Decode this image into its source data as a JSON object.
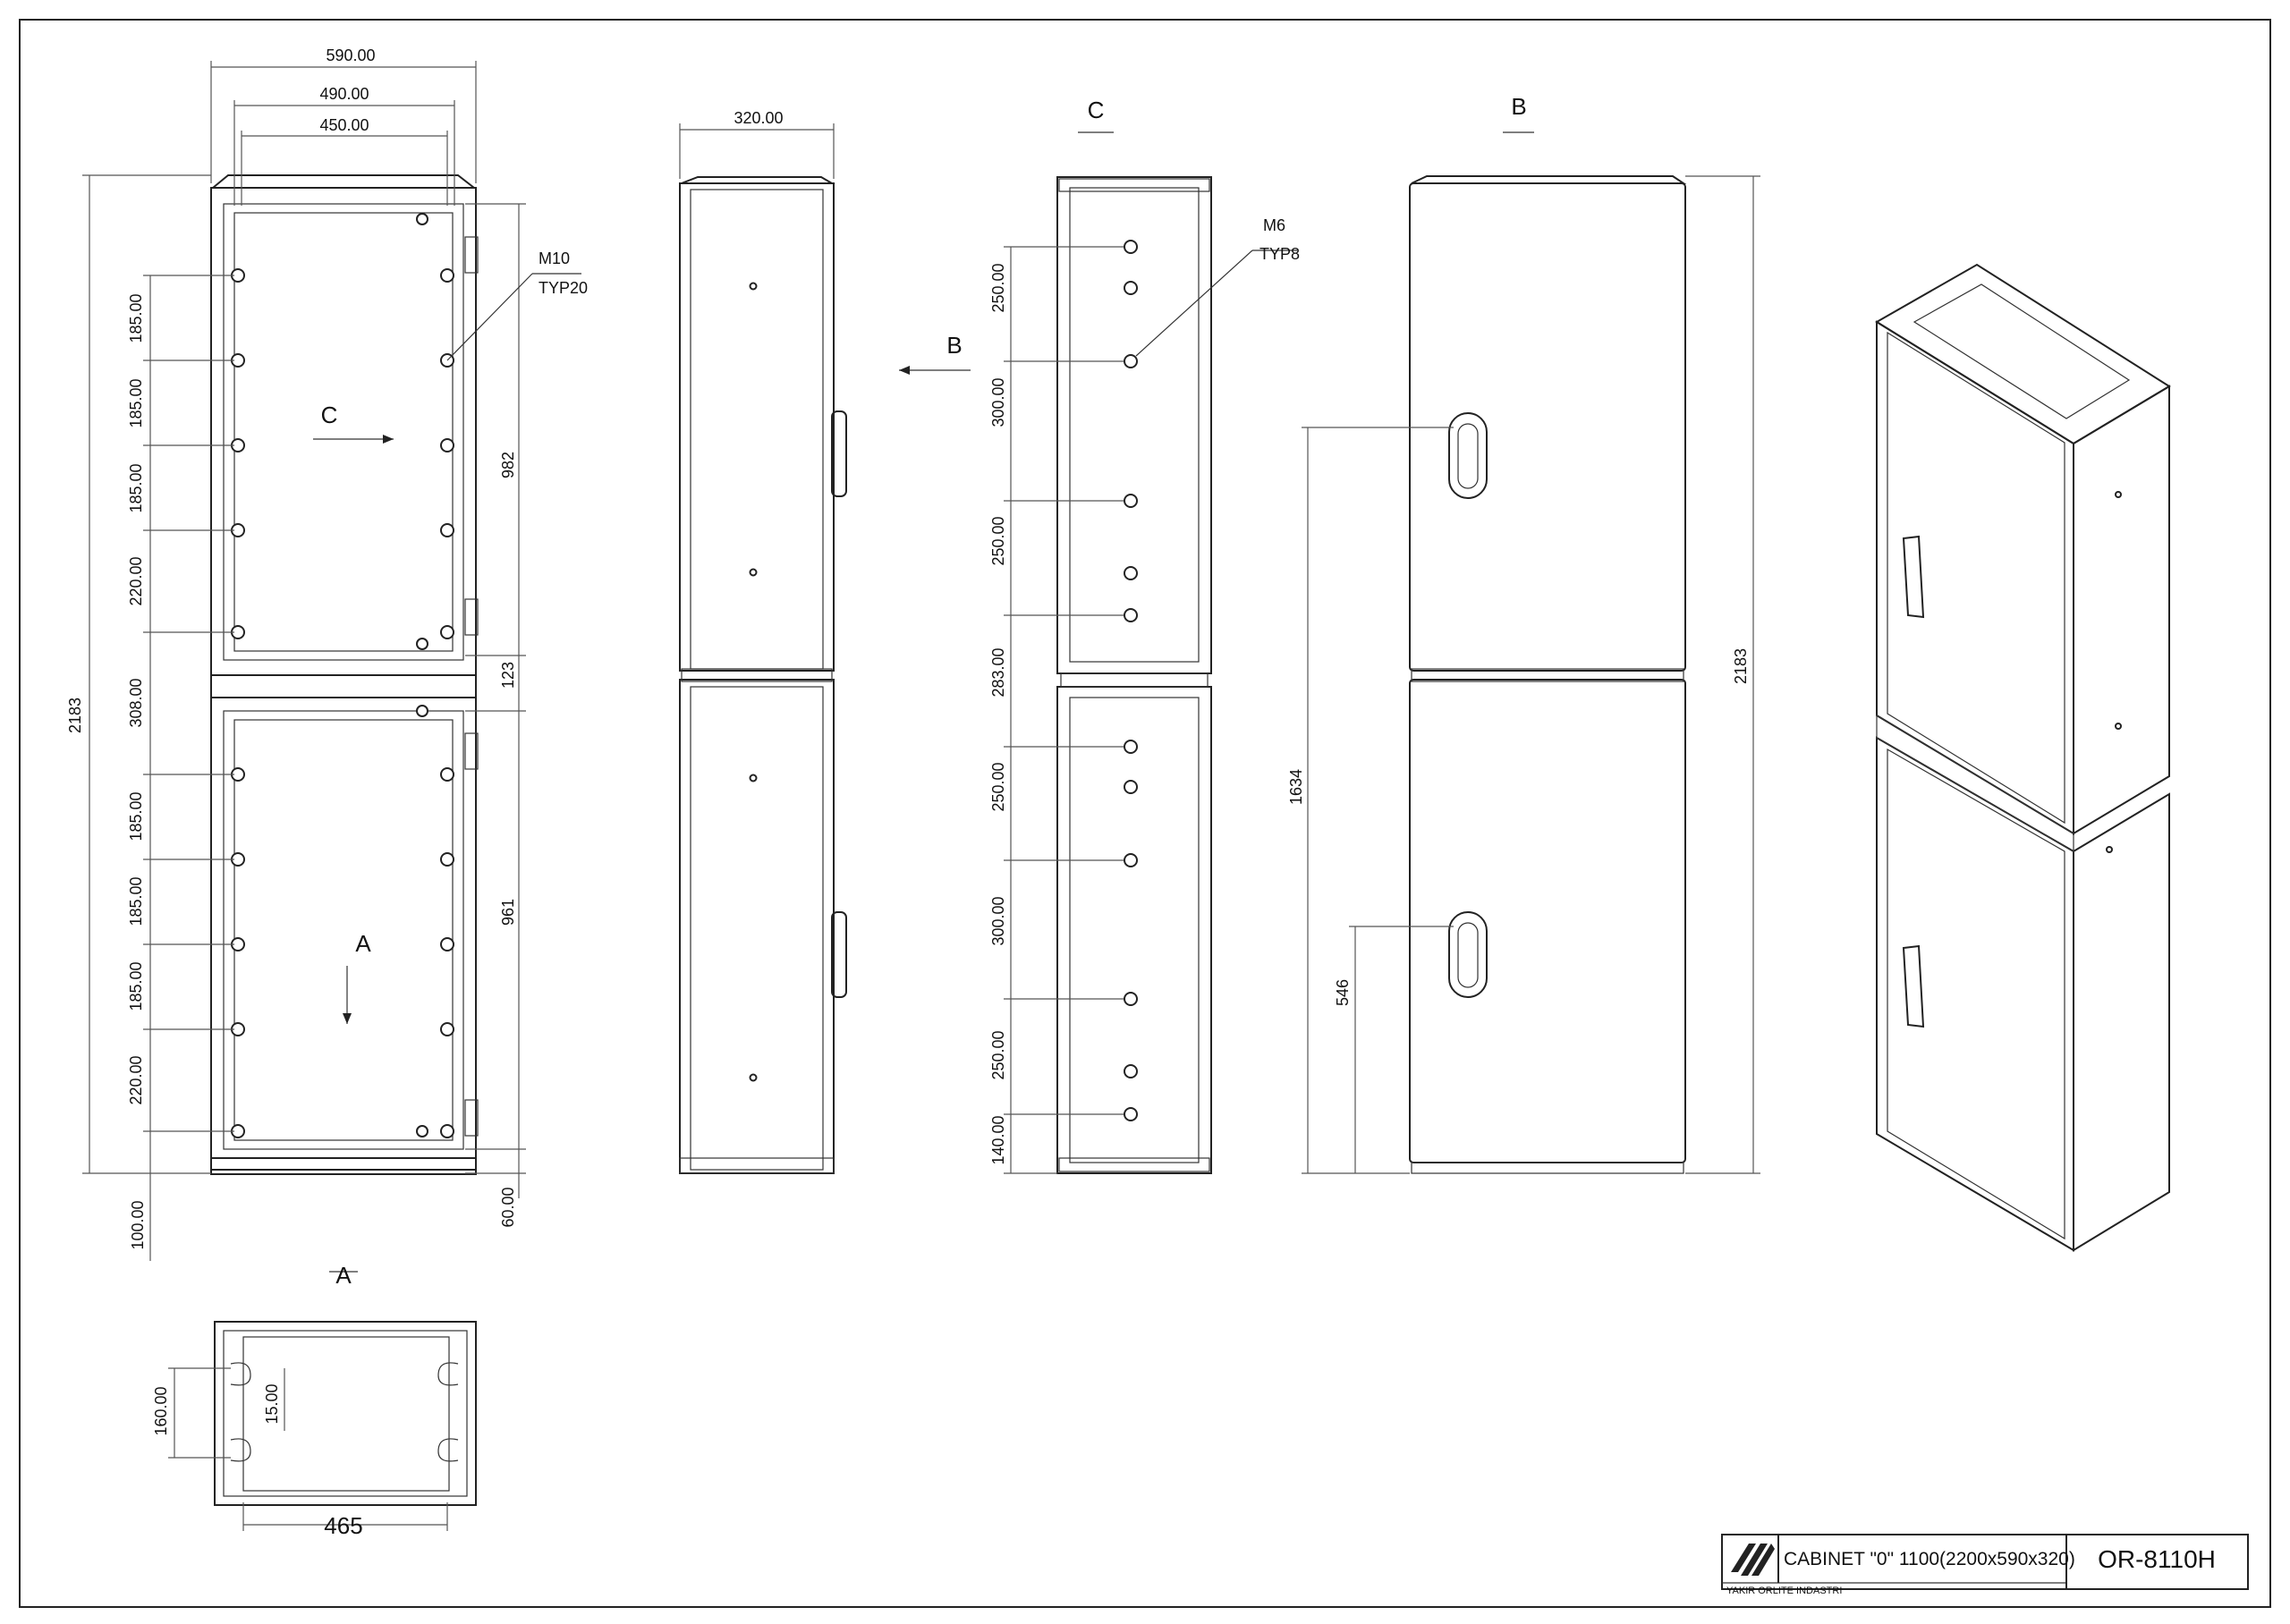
{
  "drawing": {
    "view_labels": {
      "c_top": "C",
      "b_top": "B",
      "a_bottom": "A",
      "c_arrow": "C",
      "a_arrow": "A",
      "b_arrow": "B"
    },
    "front_view": {
      "width_overall": "590.00",
      "width_inner": "490.00",
      "width_mount": "450.00",
      "height_overall": "2183",
      "base_height": "100.00",
      "left_dims": [
        "185.00",
        "185.00",
        "185.00",
        "220.00",
        "308.00",
        "185.00",
        "185.00",
        "185.00",
        "220.00"
      ],
      "right_dims": [
        "982",
        "123",
        "961",
        "60.00"
      ],
      "callout_thread": "M10",
      "callout_qty": "TYP20"
    },
    "side_view": {
      "depth": "320.00"
    },
    "section_c": {
      "dims": [
        "250.00",
        "300.00",
        "250.00",
        "283.00",
        "250.00",
        "300.00",
        "250.00",
        "140.00"
      ],
      "callout_thread": "M6",
      "callout_qty": "TYP8"
    },
    "view_b": {
      "height_overall": "2183",
      "handle_upper": "1634",
      "handle_lower": "546"
    },
    "view_a": {
      "dim_vertical": "160.00",
      "dim_slot": "15.00",
      "dim_width": "465"
    }
  },
  "title_block": {
    "title": "CABINET \"0\" 1100(2200x590x320)",
    "part_no": "OR-8110H",
    "company": "YAKIR ORLITE INDASTRI",
    "logo": "stripes-logo-icon"
  }
}
